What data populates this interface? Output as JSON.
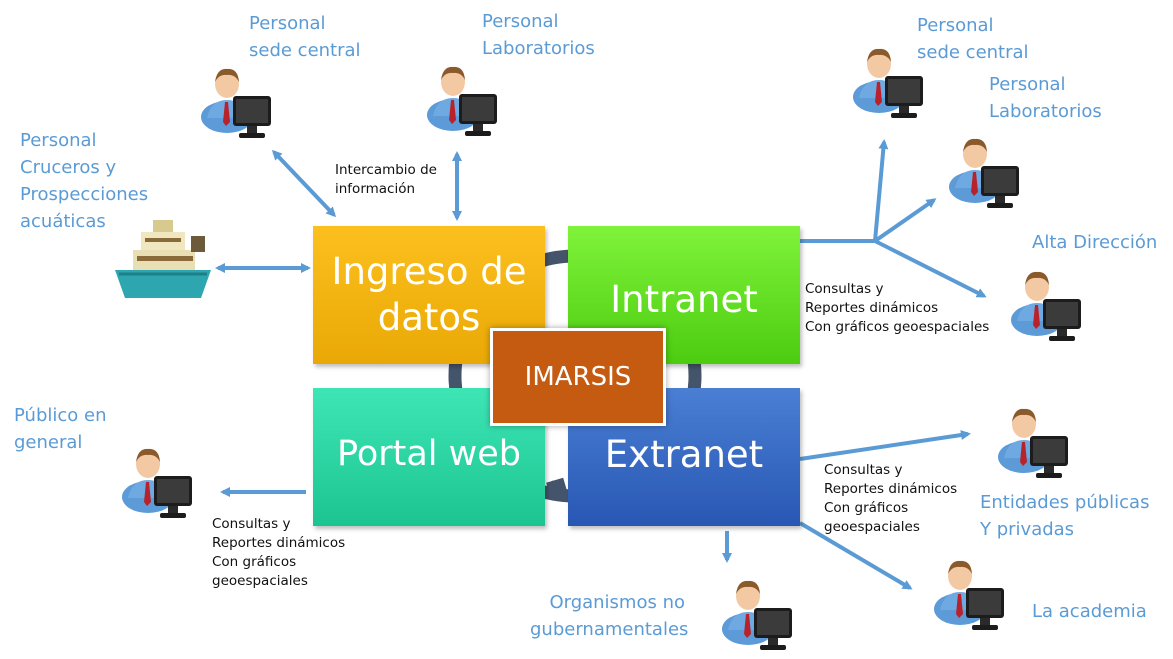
{
  "center": {
    "label": "IMARSIS"
  },
  "quadrants": {
    "ingreso": "Ingreso de\ndatos",
    "intranet": "Intranet",
    "portal": "Portal web",
    "extranet": "Extranet"
  },
  "actors": {
    "sede_left": "Personal\nsede central",
    "lab_left": "Personal\nLaboratorios",
    "cruceros": "Personal\nCruceros y\nProspecciones\nacuáticas",
    "sede_right": "Personal\nsede central",
    "lab_right": "Personal\nLaboratorios",
    "alta": "Alta Dirección",
    "publico": "Público en\ngeneral",
    "entidades": "Entidades públicas\nY privadas",
    "organismos": "Organismos no\ngubernamentales",
    "academia": "La academia"
  },
  "notes": {
    "intercambio": "Intercambio de\ninformación",
    "intranet_consultas": "Consultas y\nReportes dinámicos\nCon gráficos geoespaciales",
    "extranet_consultas": "Consultas y\nReportes dinámicos\nCon gráficos\ngeoespaciales",
    "portal_consultas": "Consultas y\nReportes dinámicos\nCon gráficos\ngeoespaciales"
  },
  "colors": {
    "arrow": "#5b9bd5",
    "label": "#5b9bd5",
    "cycle_ring": "#44546a",
    "ingreso": "#fcc01e",
    "intranet": "#66e020",
    "portal": "#2ad8a4",
    "extranet": "#3a6cc6",
    "center": "#c55a11"
  },
  "icons": [
    "user-at-computer-icon",
    "ship-icon"
  ]
}
